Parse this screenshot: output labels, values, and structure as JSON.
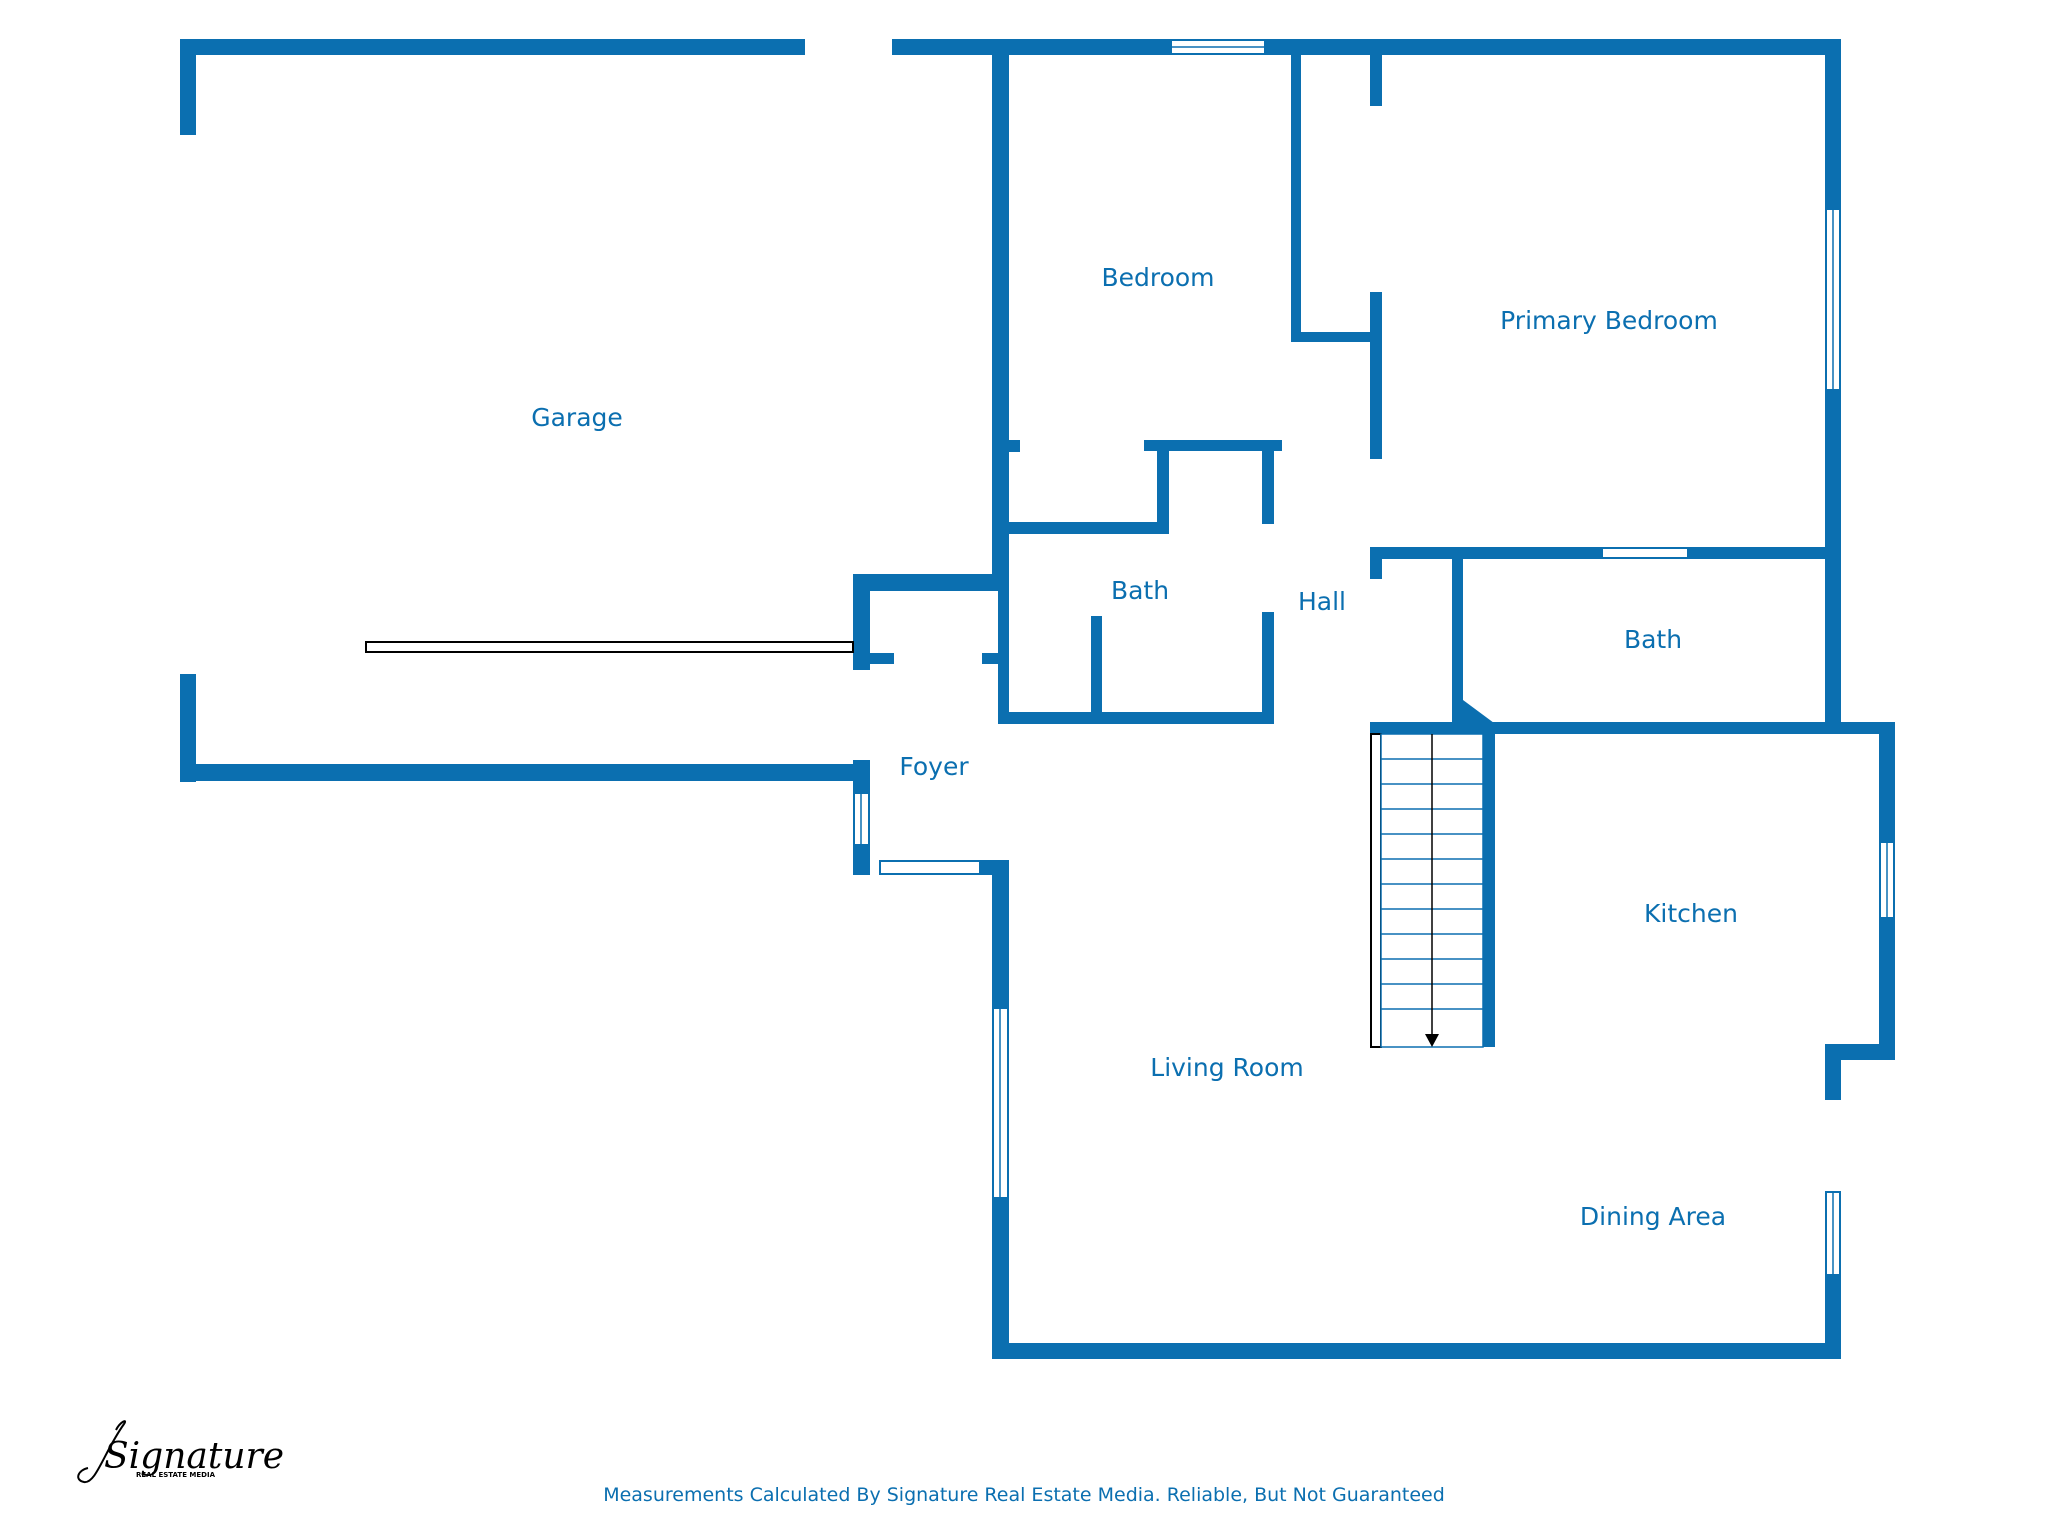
{
  "rooms": {
    "garage": "Garage",
    "bedroom": "Bedroom",
    "primary_bedroom": "Primary Bedroom",
    "bath_center": "Bath",
    "hall": "Hall",
    "bath_right": "Bath",
    "foyer": "Foyer",
    "kitchen": "Kitchen",
    "living_room": "Living Room",
    "dining_area": "Dining Area"
  },
  "logo": {
    "script": "Signature",
    "sub": "REAL ESTATE MEDIA"
  },
  "footer": {
    "disclaimer": "Measurements Calculated By Signature Real Estate Media. Reliable, But Not Guaranteed"
  },
  "colors": {
    "wall": "#0b6fb0",
    "background": "#ffffff"
  }
}
